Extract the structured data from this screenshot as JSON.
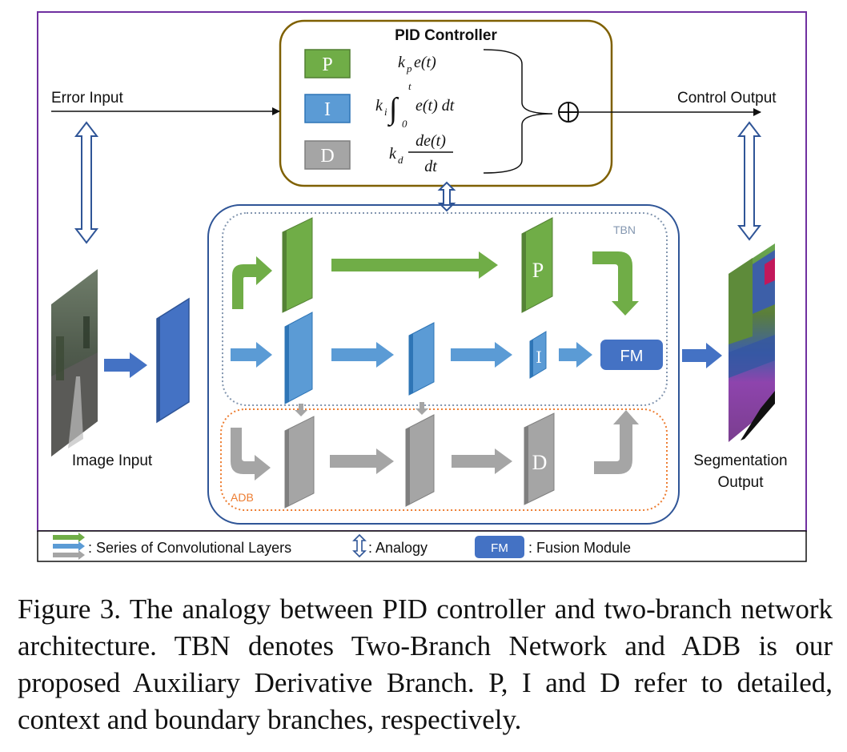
{
  "diagram": {
    "pid_title": "PID Controller",
    "error_input": "Error Input",
    "control_output": "Control Output",
    "image_input": "Image Input",
    "segmentation_output_line1": "Segmentation",
    "segmentation_output_line2": "Output",
    "tbn_label": "TBN",
    "adb_label": "ADB",
    "p_letter": "P",
    "i_letter": "I",
    "d_letter": "D",
    "fm_label": "FM",
    "sum_symbol": "⊕",
    "terms": {
      "p": {
        "coef": "k",
        "sub": "p",
        "expr": "e(t)"
      },
      "i": {
        "coef": "k",
        "sub": "i",
        "integral": "∫",
        "upper": "t",
        "lower": "0",
        "expr": "e(t) dt"
      },
      "d": {
        "coef": "k",
        "sub": "d",
        "num": "de(t)",
        "den": "dt"
      }
    }
  },
  "legend": {
    "series": ": Series of Convolutional Layers",
    "analogy": ": Analogy",
    "fm_box": "FM",
    "fusion": ": Fusion Module"
  },
  "caption": "Figure 3. The analogy between PID controller and two-branch network architecture. TBN denotes Two-Branch Network and ADB is our proposed Auxiliary Derivative Branch. P, I and D refer to detailed, context and boundary branches, respectively.",
  "colors": {
    "frame": "#7030a0",
    "pid_border": "#7f6000",
    "green": "#70ad47",
    "blue": "#5b9bd5",
    "dark_blue": "#4472c4",
    "gray": "#a5a5a5",
    "tbn_border": "#8497b0",
    "adb_border": "#ed7d31",
    "net_border": "#2f5597"
  }
}
